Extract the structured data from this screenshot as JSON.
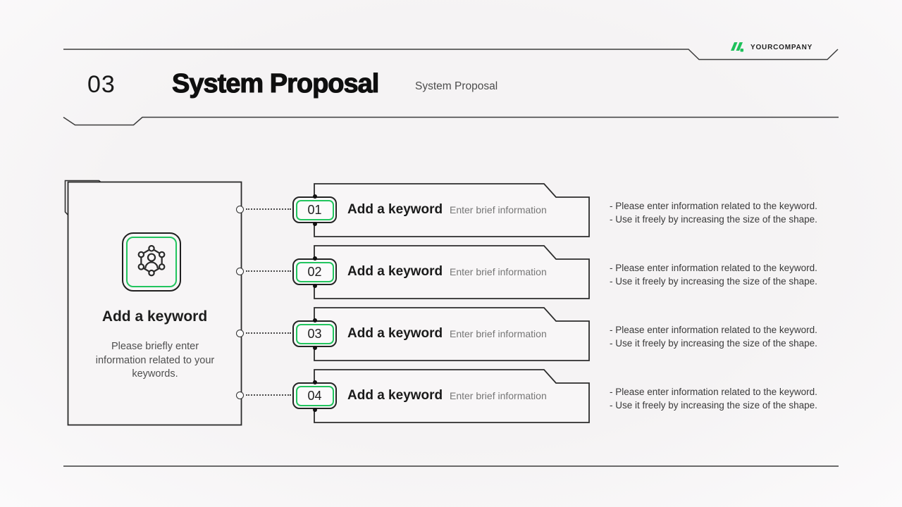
{
  "slide": {
    "page_number": "03",
    "title": "System Proposal",
    "subtitle": "System Proposal"
  },
  "logo": {
    "company": "YOURCOMPANY"
  },
  "card": {
    "icon": "user-network-icon",
    "title": "Add a keyword",
    "description": "Please briefly enter information related to your keywords."
  },
  "rows": [
    {
      "number": "01",
      "title": "Add a keyword",
      "hint": "Enter brief information",
      "notes": [
        "- Please enter information related to the keyword.",
        "- Use it freely by increasing the size of the shape."
      ]
    },
    {
      "number": "02",
      "title": "Add a keyword",
      "hint": "Enter brief information",
      "notes": [
        "- Please enter information related to the keyword.",
        "- Use it freely by increasing the size of the shape."
      ]
    },
    {
      "number": "03",
      "title": "Add a keyword",
      "hint": "Enter brief information",
      "notes": [
        "- Please enter information related to the keyword.",
        "- Use it freely by increasing the size of the shape."
      ]
    },
    {
      "number": "04",
      "title": "Add a keyword",
      "hint": "Enter brief information",
      "notes": [
        "- Please enter information related to the keyword.",
        "- Use it freely by increasing the size of the shape."
      ]
    }
  ],
  "colors": {
    "accent_green": "#22c55e",
    "line_dark": "#2e2e2e",
    "background": "#f6f4f5",
    "muted_text": "#767676"
  }
}
